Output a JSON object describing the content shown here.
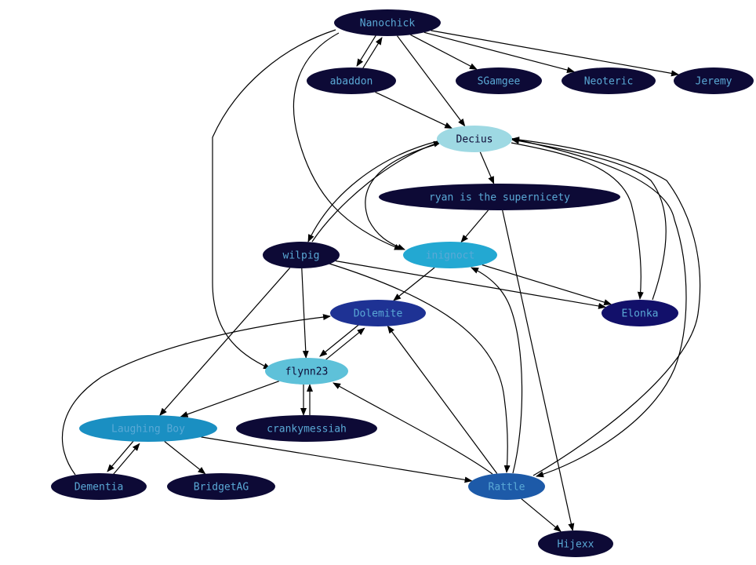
{
  "colors": {
    "edge": "#000000",
    "dark_navy": "#0d0a36",
    "navy": "#12106a",
    "royal": "#1e3294",
    "blue": "#1d5aa8",
    "teal": "#1a8fc2",
    "cyan": "#23a8d2",
    "sky": "#5ec1d9",
    "pale": "#9ed9e3",
    "label_light": "#5aa9d6",
    "label_dark": "#0d0a36"
  },
  "nodes": [
    {
      "id": "nanochick",
      "label": "Nanochick"
    },
    {
      "id": "abaddon",
      "label": "abaddon"
    },
    {
      "id": "sgamgee",
      "label": "SGamgee"
    },
    {
      "id": "neoteric",
      "label": "Neoteric"
    },
    {
      "id": "jeremy",
      "label": "Jeremy"
    },
    {
      "id": "decius",
      "label": "Decius"
    },
    {
      "id": "ryan",
      "label": "ryan is the supernicety"
    },
    {
      "id": "wilpig",
      "label": "wilpig"
    },
    {
      "id": "inignoct",
      "label": "inignoct"
    },
    {
      "id": "dolemite",
      "label": "Dolemite"
    },
    {
      "id": "elonka",
      "label": "Elonka"
    },
    {
      "id": "flynn23",
      "label": "flynn23"
    },
    {
      "id": "laughingboy",
      "label": "Laughing Boy"
    },
    {
      "id": "crankymessiah",
      "label": "crankymessiah"
    },
    {
      "id": "dementia",
      "label": "Dementia"
    },
    {
      "id": "bridgetag",
      "label": "BridgetAG"
    },
    {
      "id": "rattle",
      "label": "Rattle"
    },
    {
      "id": "hijexx",
      "label": "Hijexx"
    }
  ],
  "edges": [
    {
      "from": "nanochick",
      "to": "abaddon"
    },
    {
      "from": "abaddon",
      "to": "nanochick"
    },
    {
      "from": "nanochick",
      "to": "sgamgee"
    },
    {
      "from": "nanochick",
      "to": "neoteric"
    },
    {
      "from": "nanochick",
      "to": "jeremy"
    },
    {
      "from": "nanochick",
      "to": "decius"
    },
    {
      "from": "nanochick",
      "to": "inignoct"
    },
    {
      "from": "nanochick",
      "to": "flynn23"
    },
    {
      "from": "abaddon",
      "to": "decius"
    },
    {
      "from": "decius",
      "to": "ryan"
    },
    {
      "from": "decius",
      "to": "wilpig"
    },
    {
      "from": "wilpig",
      "to": "decius"
    },
    {
      "from": "decius",
      "to": "inignoct"
    },
    {
      "from": "decius",
      "to": "elonka"
    },
    {
      "from": "elonka",
      "to": "decius"
    },
    {
      "from": "decius",
      "to": "rattle"
    },
    {
      "from": "rattle",
      "to": "decius"
    },
    {
      "from": "ryan",
      "to": "inignoct"
    },
    {
      "from": "ryan",
      "to": "hijexx"
    },
    {
      "from": "wilpig",
      "to": "flynn23"
    },
    {
      "from": "wilpig",
      "to": "laughingboy"
    },
    {
      "from": "wilpig",
      "to": "elonka"
    },
    {
      "from": "wilpig",
      "to": "rattle"
    },
    {
      "from": "inignoct",
      "to": "dolemite"
    },
    {
      "from": "inignoct",
      "to": "elonka"
    },
    {
      "from": "rattle",
      "to": "inignoct"
    },
    {
      "from": "dolemite",
      "to": "flynn23"
    },
    {
      "from": "flynn23",
      "to": "dolemite"
    },
    {
      "from": "dementia",
      "to": "dolemite"
    },
    {
      "from": "rattle",
      "to": "dolemite"
    },
    {
      "from": "flynn23",
      "to": "laughingboy"
    },
    {
      "from": "flynn23",
      "to": "crankymessiah"
    },
    {
      "from": "crankymessiah",
      "to": "flynn23"
    },
    {
      "from": "rattle",
      "to": "flynn23"
    },
    {
      "from": "laughingboy",
      "to": "dementia"
    },
    {
      "from": "dementia",
      "to": "laughingboy"
    },
    {
      "from": "laughingboy",
      "to": "bridgetag"
    },
    {
      "from": "laughingboy",
      "to": "rattle"
    },
    {
      "from": "rattle",
      "to": "hijexx"
    }
  ]
}
